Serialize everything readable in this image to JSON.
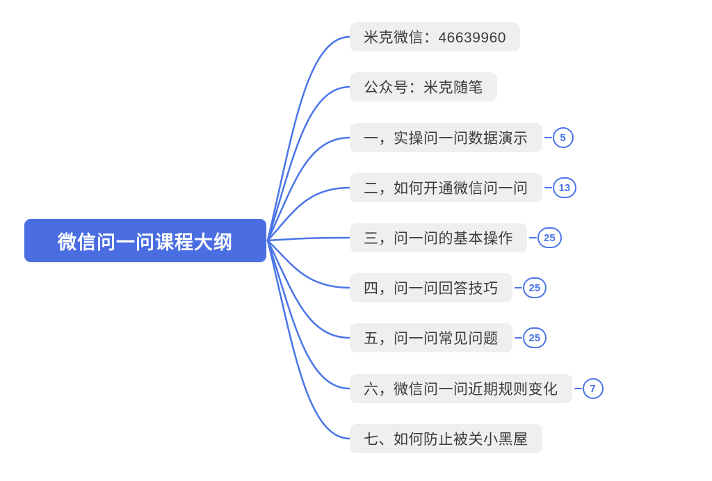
{
  "root": {
    "label": "微信问一问课程大纲"
  },
  "branches": [
    {
      "label": "米克微信：46639960",
      "badge": null
    },
    {
      "label": "公众号：米克随笔",
      "badge": null
    },
    {
      "label": "一，实操问一问数据演示",
      "badge": "5"
    },
    {
      "label": "二，如何开通微信问一问",
      "badge": "13"
    },
    {
      "label": "三，问一问的基本操作",
      "badge": "25"
    },
    {
      "label": "四，问一问回答技巧",
      "badge": "25"
    },
    {
      "label": "五，问一问常见问题",
      "badge": "25"
    },
    {
      "label": "六，微信问一问近期规则变化",
      "badge": "7"
    },
    {
      "label": "七、如何防止被关小黑屋",
      "badge": null
    }
  ],
  "colors": {
    "accent": "#4a6ee2",
    "line": "#4a74e8",
    "box_bg": "#efeff1",
    "box_text": "#3b3b3b",
    "badge_text": "#4a74e8"
  }
}
